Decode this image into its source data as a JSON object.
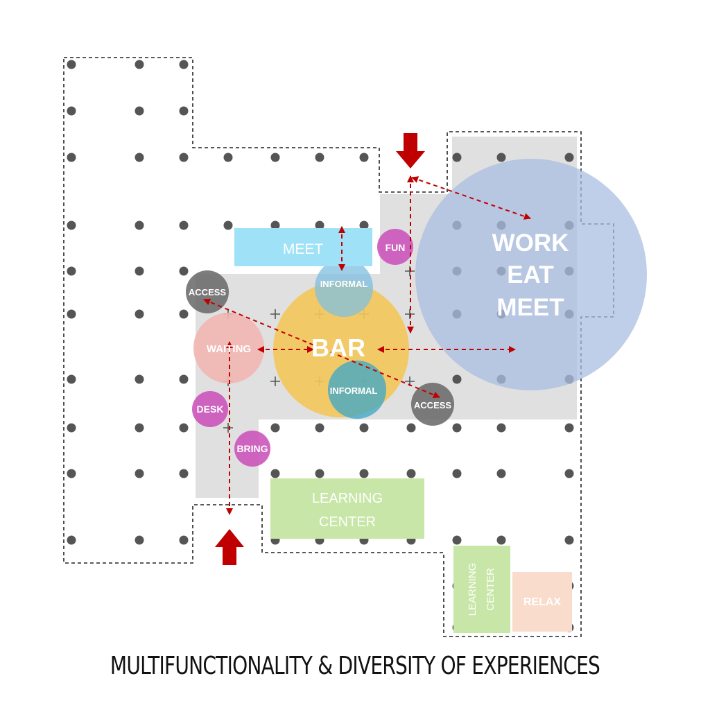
{
  "caption": "MULTIFUNCTIONALITY & DIVERSITY OF EXPERIENCES",
  "zones": {
    "meet": "MEET",
    "fun": "FUN",
    "informal_top": "INFORMAL",
    "informal_bottom": "INFORMAL",
    "access_left": "ACCESS",
    "access_right": "ACCESS",
    "waiting": "WAITING",
    "bar": "BAR",
    "desk": "DESK",
    "bring": "BRING",
    "work": "WORK",
    "eat": "EAT",
    "meet_big": "MEET",
    "learning_center_1": "LEARNING",
    "learning_center_2": "CENTER",
    "learning_center_small_1": "LEARNING",
    "learning_center_small_2": "CENTER",
    "relax": "RELAX"
  },
  "colors": {
    "meet": "#9fe2f7",
    "fun": "#cc55bb",
    "bar": "#f3c65a",
    "waiting": "#f2b6b3",
    "informal_top": "#7fbfe0",
    "informal_bottom": "#3aa6c9",
    "access": "#666666",
    "desk": "#cc55bb",
    "work": "#a9bde2",
    "learning": "#c8e6a8",
    "relax": "#f9dccc",
    "circulation": "#c00000",
    "floor": "#e0e0e0",
    "column": "#555555"
  }
}
